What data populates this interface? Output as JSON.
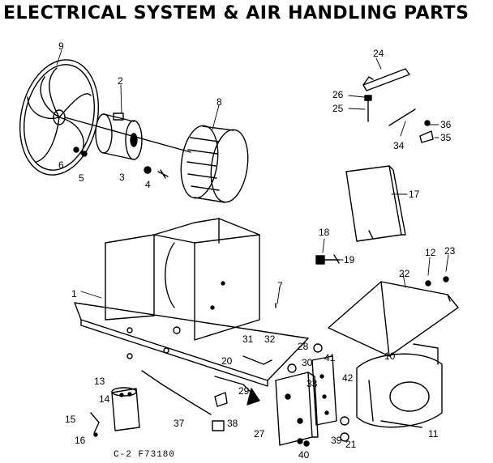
{
  "title": "ELECTRICAL SYSTEM & AIR HANDLING PARTS",
  "footer_code": "C-2  F73180",
  "callouts": {
    "c1": "1",
    "c2": "2",
    "c3": "3",
    "c4": "4",
    "c5": "5",
    "c6": "6",
    "c7": "7",
    "c8": "8",
    "c9": "9",
    "c10": "10",
    "c11": "11",
    "c12": "12",
    "c13": "13",
    "c14": "14",
    "c15": "15",
    "c16": "16",
    "c17": "17",
    "c18": "18",
    "c19": "19",
    "c20": "20",
    "c21": "21",
    "c22": "22",
    "c23": "23",
    "c24": "24",
    "c25": "25",
    "c26": "26",
    "c27": "27",
    "c28": "28",
    "c29": "29",
    "c30": "30",
    "c31": "31",
    "c32": "32",
    "c33": "33",
    "c34": "34",
    "c35": "35",
    "c36": "36",
    "c37": "37",
    "c38": "38",
    "c39": "39",
    "c40": "40",
    "c41": "41",
    "c42": "42"
  }
}
